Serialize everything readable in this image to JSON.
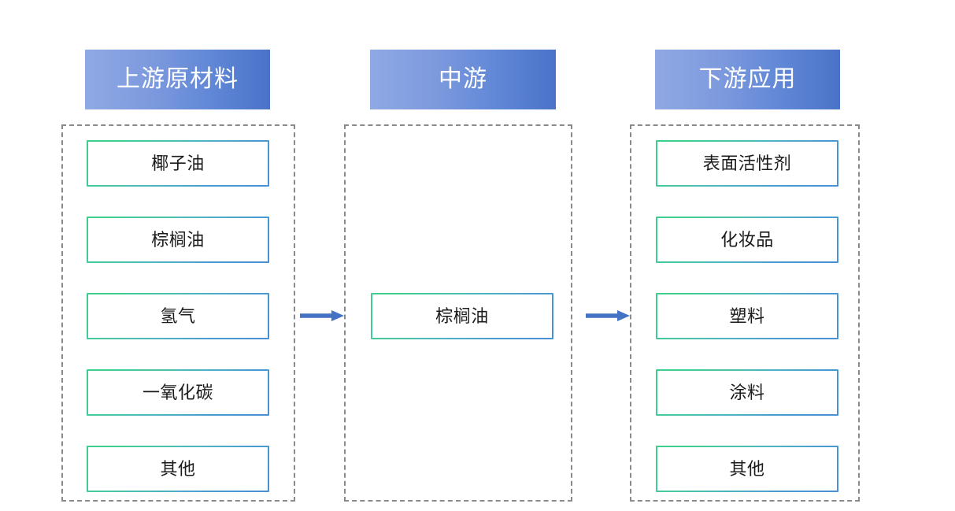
{
  "diagram": {
    "title_visible": false,
    "colors": {
      "header_gradient_start": "#90a9e4",
      "header_gradient_end": "#4a72c8",
      "header_text": "#ffffff",
      "node_border_start": "#3ecf8e",
      "node_border_end": "#4a8fd4",
      "node_fill": "#ffffff",
      "node_text": "#1b1b1b",
      "group_dash": "#8a8a8a",
      "arrow": "#4472c4",
      "background": "#ffffff"
    },
    "stages": [
      {
        "key": "upstream",
        "header": "上游原材料",
        "items": [
          {
            "label": "椰子油"
          },
          {
            "label": "棕榈油"
          },
          {
            "label": "氢气"
          },
          {
            "label": "一氧化碳"
          },
          {
            "label": "其他"
          }
        ]
      },
      {
        "key": "midstream",
        "header": "中游",
        "items": [
          {
            "label": "棕榈油"
          }
        ]
      },
      {
        "key": "downstream",
        "header": "下游应用",
        "items": [
          {
            "label": "表面活性剂"
          },
          {
            "label": "化妆品"
          },
          {
            "label": "塑料"
          },
          {
            "label": "涂料"
          },
          {
            "label": "其他"
          }
        ]
      }
    ],
    "connectors": [
      {
        "key": "upstream-to-midstream",
        "icon": "arrow-right-icon",
        "direction": "right"
      },
      {
        "key": "midstream-to-downstream",
        "icon": "arrow-right-icon",
        "direction": "right"
      }
    ]
  }
}
